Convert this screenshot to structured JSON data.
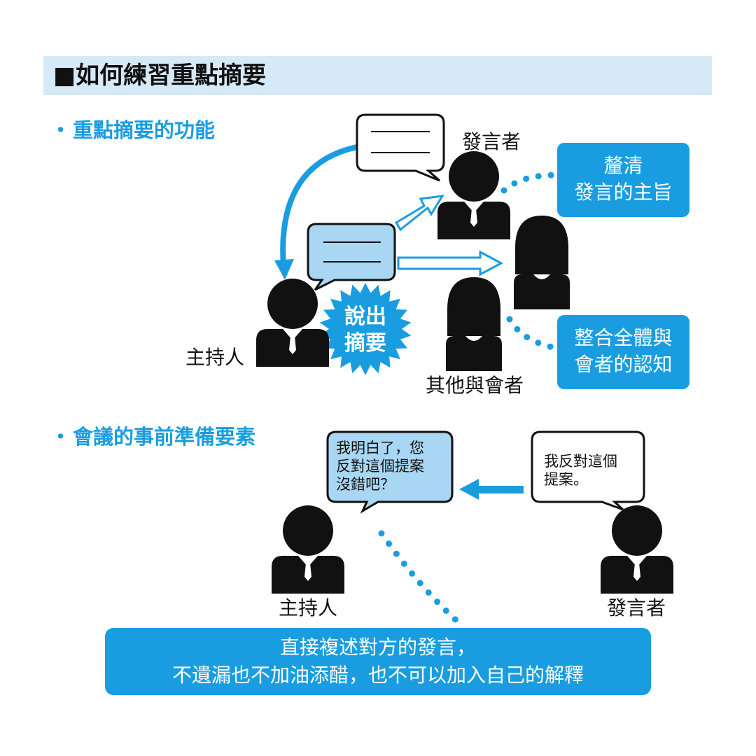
{
  "title": "■如何練習重點摘要",
  "section1": {
    "bullet": "・",
    "heading": "重點摘要的功能",
    "speaker_label": "發言者",
    "moderator_label": "主持人",
    "others_label": "其他與會者",
    "clarify_box": [
      "釐清",
      "發言的主旨"
    ],
    "integrate_box": [
      "整合全體與",
      "會者的認知"
    ],
    "starburst": [
      "說出",
      "摘要"
    ]
  },
  "section2": {
    "bullet": "・",
    "heading": "會議的事前準備要素",
    "moderator_bubble": [
      "我明白了，您",
      "反對這個提案",
      "沒錯吧？"
    ],
    "speaker_bubble": [
      "我反對這個",
      "提案。"
    ],
    "moderator_label": "主持人",
    "speaker_label": "發言者",
    "bottom_box": [
      "直接複述對方的發言，",
      "不遺漏也不加油添醋，也不可以加入自己的解釋"
    ]
  },
  "colors": {
    "accent": "#1a9de0",
    "title_bg": "#d6e9f6",
    "bubble_fill": "#a9d6f3",
    "figure": "#111111"
  }
}
